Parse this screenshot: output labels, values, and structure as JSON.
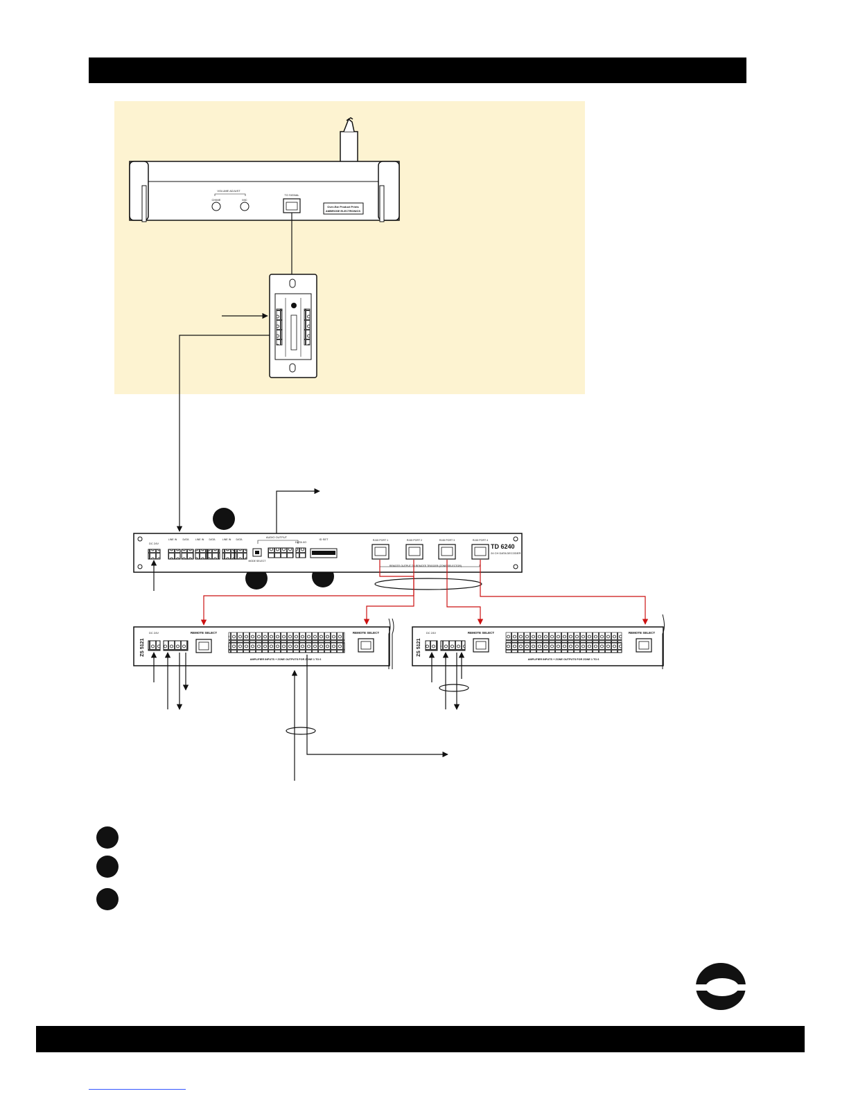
{
  "colors": {
    "background": "#ffffff",
    "panel": "#fdf3d1",
    "bar": "#000000",
    "signal": "#cc1111"
  },
  "microphone_station": {
    "volume_adjust_label": "VOLUME ADJUST",
    "knob1_label": "CHIME",
    "knob2_label": "MIC",
    "port_label": "TO SIGNAL",
    "brand_line1": "Over-Ear Product Prints",
    "brand_line2": "AMBROSE ELECTRONICS"
  },
  "amplifier": {
    "model": "TD 6240",
    "subtitle": "24 CH DATA DECODER",
    "port_labels": [
      "RJ45 PORT 1",
      "RJ45 PORT 2",
      "RJ45 PORT 3",
      "RJ45 PORT 4"
    ],
    "remote_row_label": "REMOTE OUTPUT TO REMOTE TRIGGER (ZONE SELECTOR)",
    "dc_label": "DC 24V",
    "input_labels": [
      "LINE IN",
      "DATA",
      "LINE IN",
      "DATA",
      "LINE IN",
      "DATA"
    ],
    "audio_output_label": "AUDIO OUTPUT",
    "switch_label": "MODE SELECT",
    "data_io_label": "DATA I/O",
    "dip_label": "ID SET"
  },
  "zone_selectors": [
    {
      "model": "ZS 5121",
      "dc_label": "DC 24V",
      "remote_select_left": "REMOTE SELECT",
      "remote_select_right": "REMOTE SELECT",
      "footer_label": "AMPLIFIER INPUTS + ZONE OUTPUTS FOR ZONE 1 TO 6"
    },
    {
      "model": "ZS 5121",
      "dc_label": "DC 24V",
      "remote_select_left": "REMOTE SELECT",
      "remote_select_right": "REMOTE SELECT",
      "footer_label": "AMPLIFIER INPUTS + ZONE OUTPUTS FOR ZONE 1 TO 6"
    }
  ],
  "logo_icon": "brand-logo-icon"
}
